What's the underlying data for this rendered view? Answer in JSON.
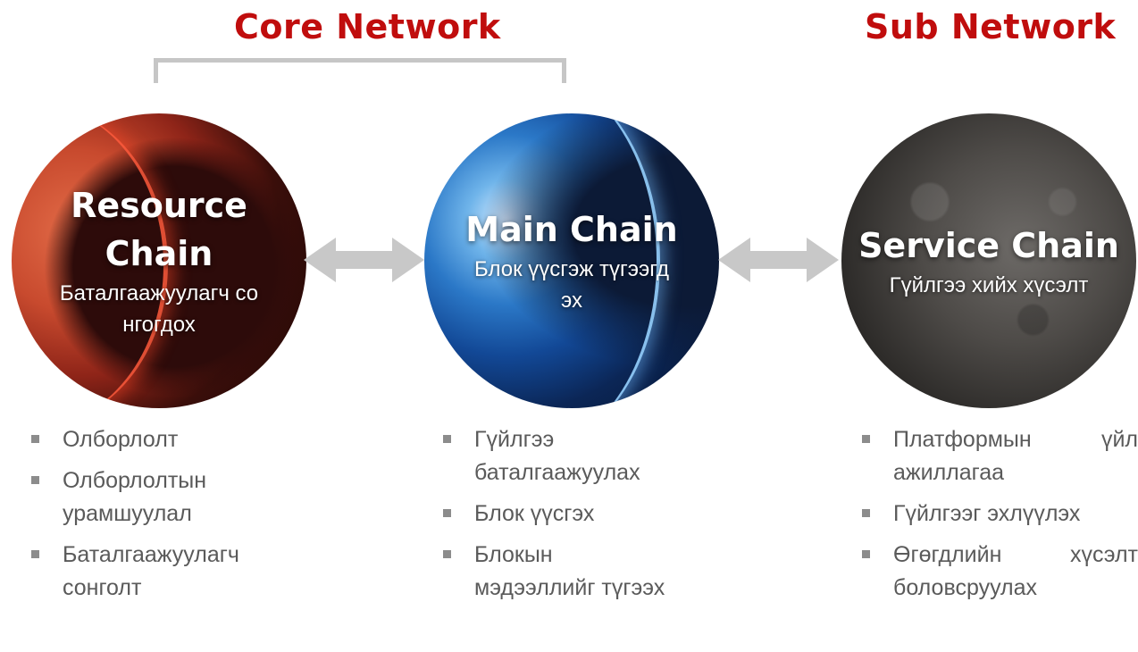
{
  "headings": {
    "core": "Core Network",
    "sub": "Sub Network"
  },
  "planets": {
    "resource": {
      "name": "Resource Chain",
      "desc": "Баталгаажуулагч сонгогдох"
    },
    "main": {
      "name": "Main Chain",
      "desc": "Блок үүсгэж түгээгдэх"
    },
    "service": {
      "name": "Service Chain",
      "desc": "Гүйлгээ хийх хүсэлт"
    }
  },
  "lists": {
    "resource": [
      "Олборлолт",
      "Олборлолтын урамшуулал",
      "Баталгаажуулагч сонголт"
    ],
    "main": [
      "Гүйлгээ баталгаажуулах",
      "Блок үүсгэх",
      "Блокын мэдээллийг түгээх"
    ],
    "service": [
      "Платформын үйл ажиллагаа",
      "Гүйлгээг эхлүүлэх",
      "Өгөгдлийн хүсэлт боловсруулах"
    ]
  },
  "colors": {
    "heading": "#c00d0d",
    "bracket": "#c6c6c6",
    "arrow": "#c8c8c8",
    "bullet_text": "#5a5a5a"
  },
  "icons": {
    "arrows": "double-headed-arrow"
  }
}
